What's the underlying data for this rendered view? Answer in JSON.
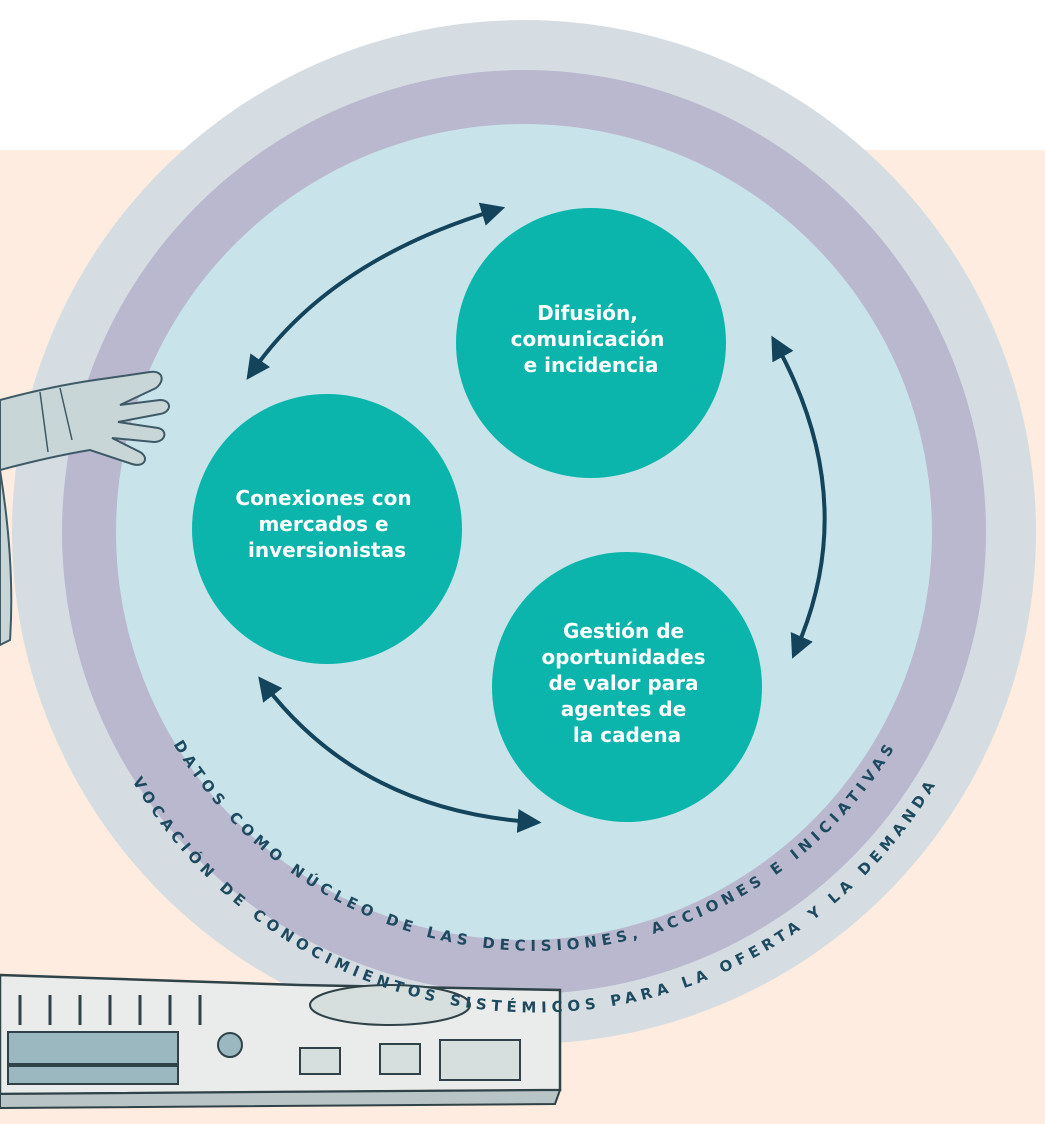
{
  "colors": {
    "peach": "#fdecdf",
    "outer_ring": "#d5dde2",
    "middle_ring": "#bab8cf",
    "inner_disc": "#c9e3ea",
    "node": "#0bb5ab",
    "arrow": "#14445c",
    "ring_text": "#1e4a60"
  },
  "nodes": {
    "difusion": [
      "Difusión,",
      "comunicación",
      "e incidencia"
    ],
    "conexiones": [
      "Conexiones con",
      "mercados e",
      "inversionistas"
    ],
    "gestion": [
      "Gestión de",
      "oportunidades",
      "de valor para",
      "agentes de",
      "la cadena"
    ]
  },
  "rings": {
    "inner_text": "DATOS COMO NÚCLEO DE LAS DECISIONES, ACCIONES E INICIATIVAS",
    "outer_text": "VOCACIÓN DE CONOCIMIENTOS SISTÉMICOS PARA LA OFERTA Y LA DEMANDA"
  },
  "icons": {
    "hand": "hand-illustration",
    "console": "mixing-console-illustration"
  }
}
